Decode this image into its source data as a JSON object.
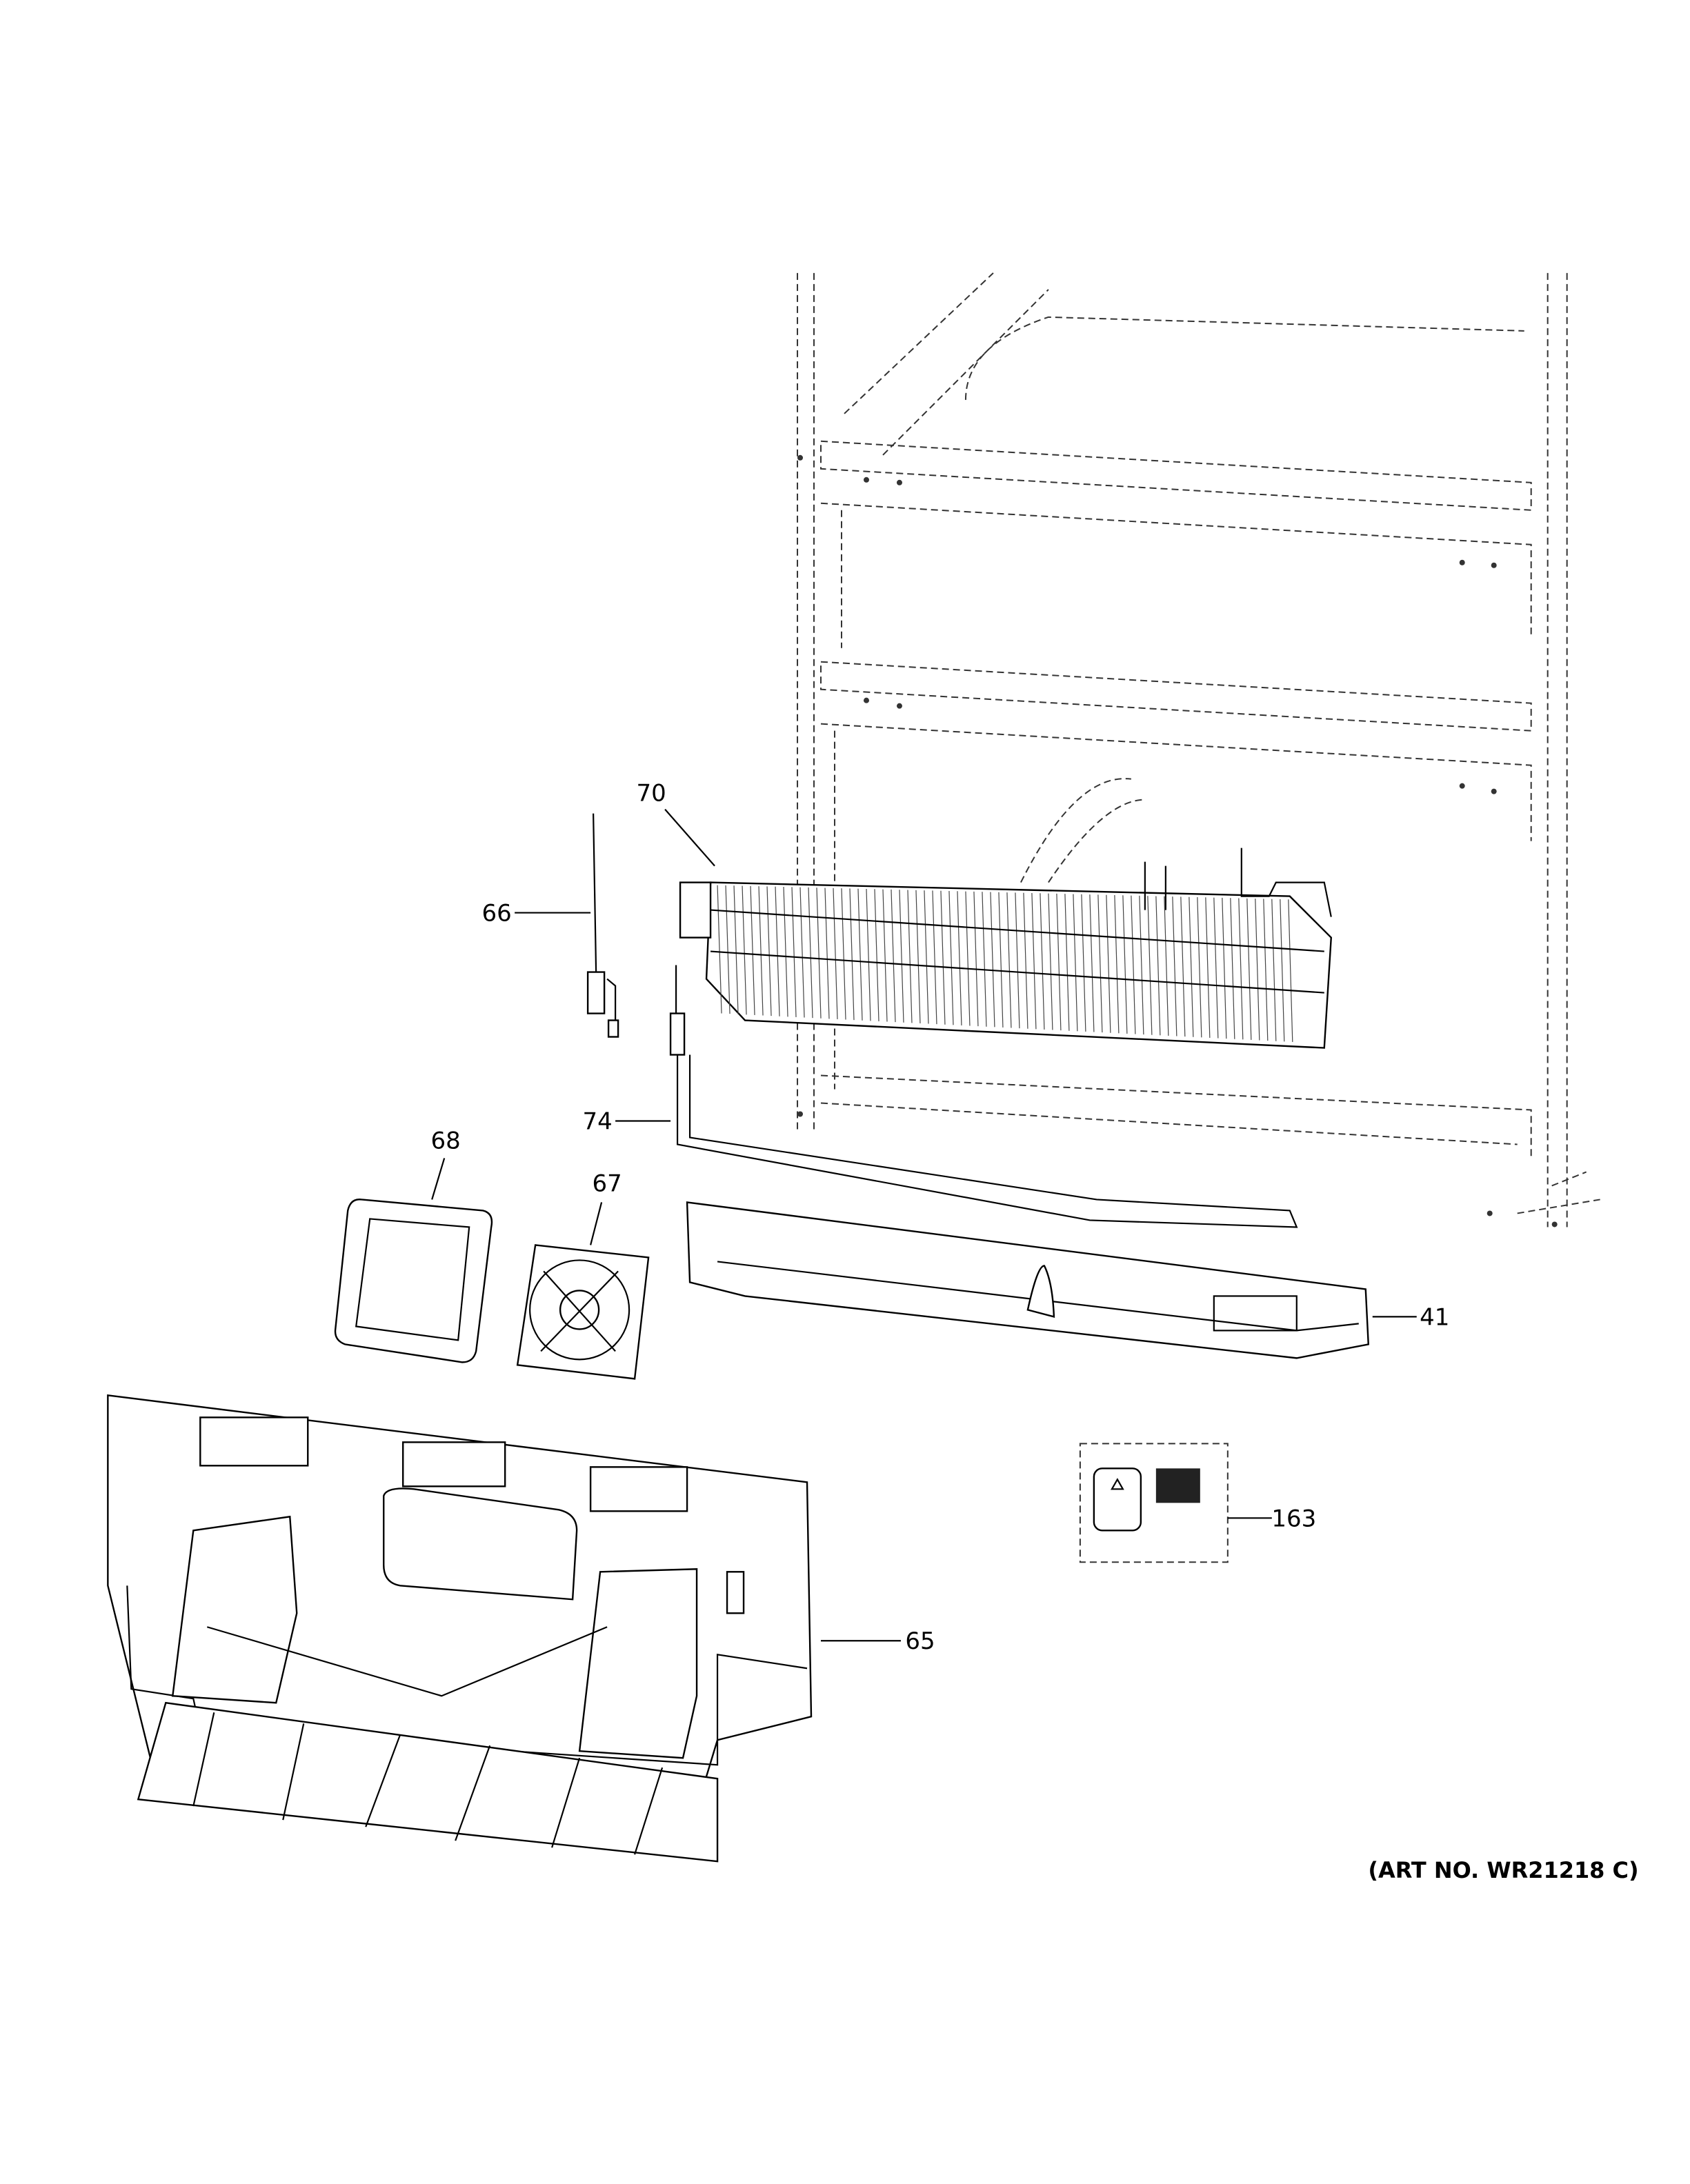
{
  "diagram": {
    "callouts": [
      {
        "id": "70",
        "label": "70"
      },
      {
        "id": "66",
        "label": "66"
      },
      {
        "id": "74",
        "label": "74"
      },
      {
        "id": "68",
        "label": "68"
      },
      {
        "id": "67",
        "label": "67"
      },
      {
        "id": "41",
        "label": "41"
      },
      {
        "id": "163",
        "label": "163"
      },
      {
        "id": "65",
        "label": "65"
      }
    ],
    "art_number": "(ART NO. WR21218 C)"
  }
}
